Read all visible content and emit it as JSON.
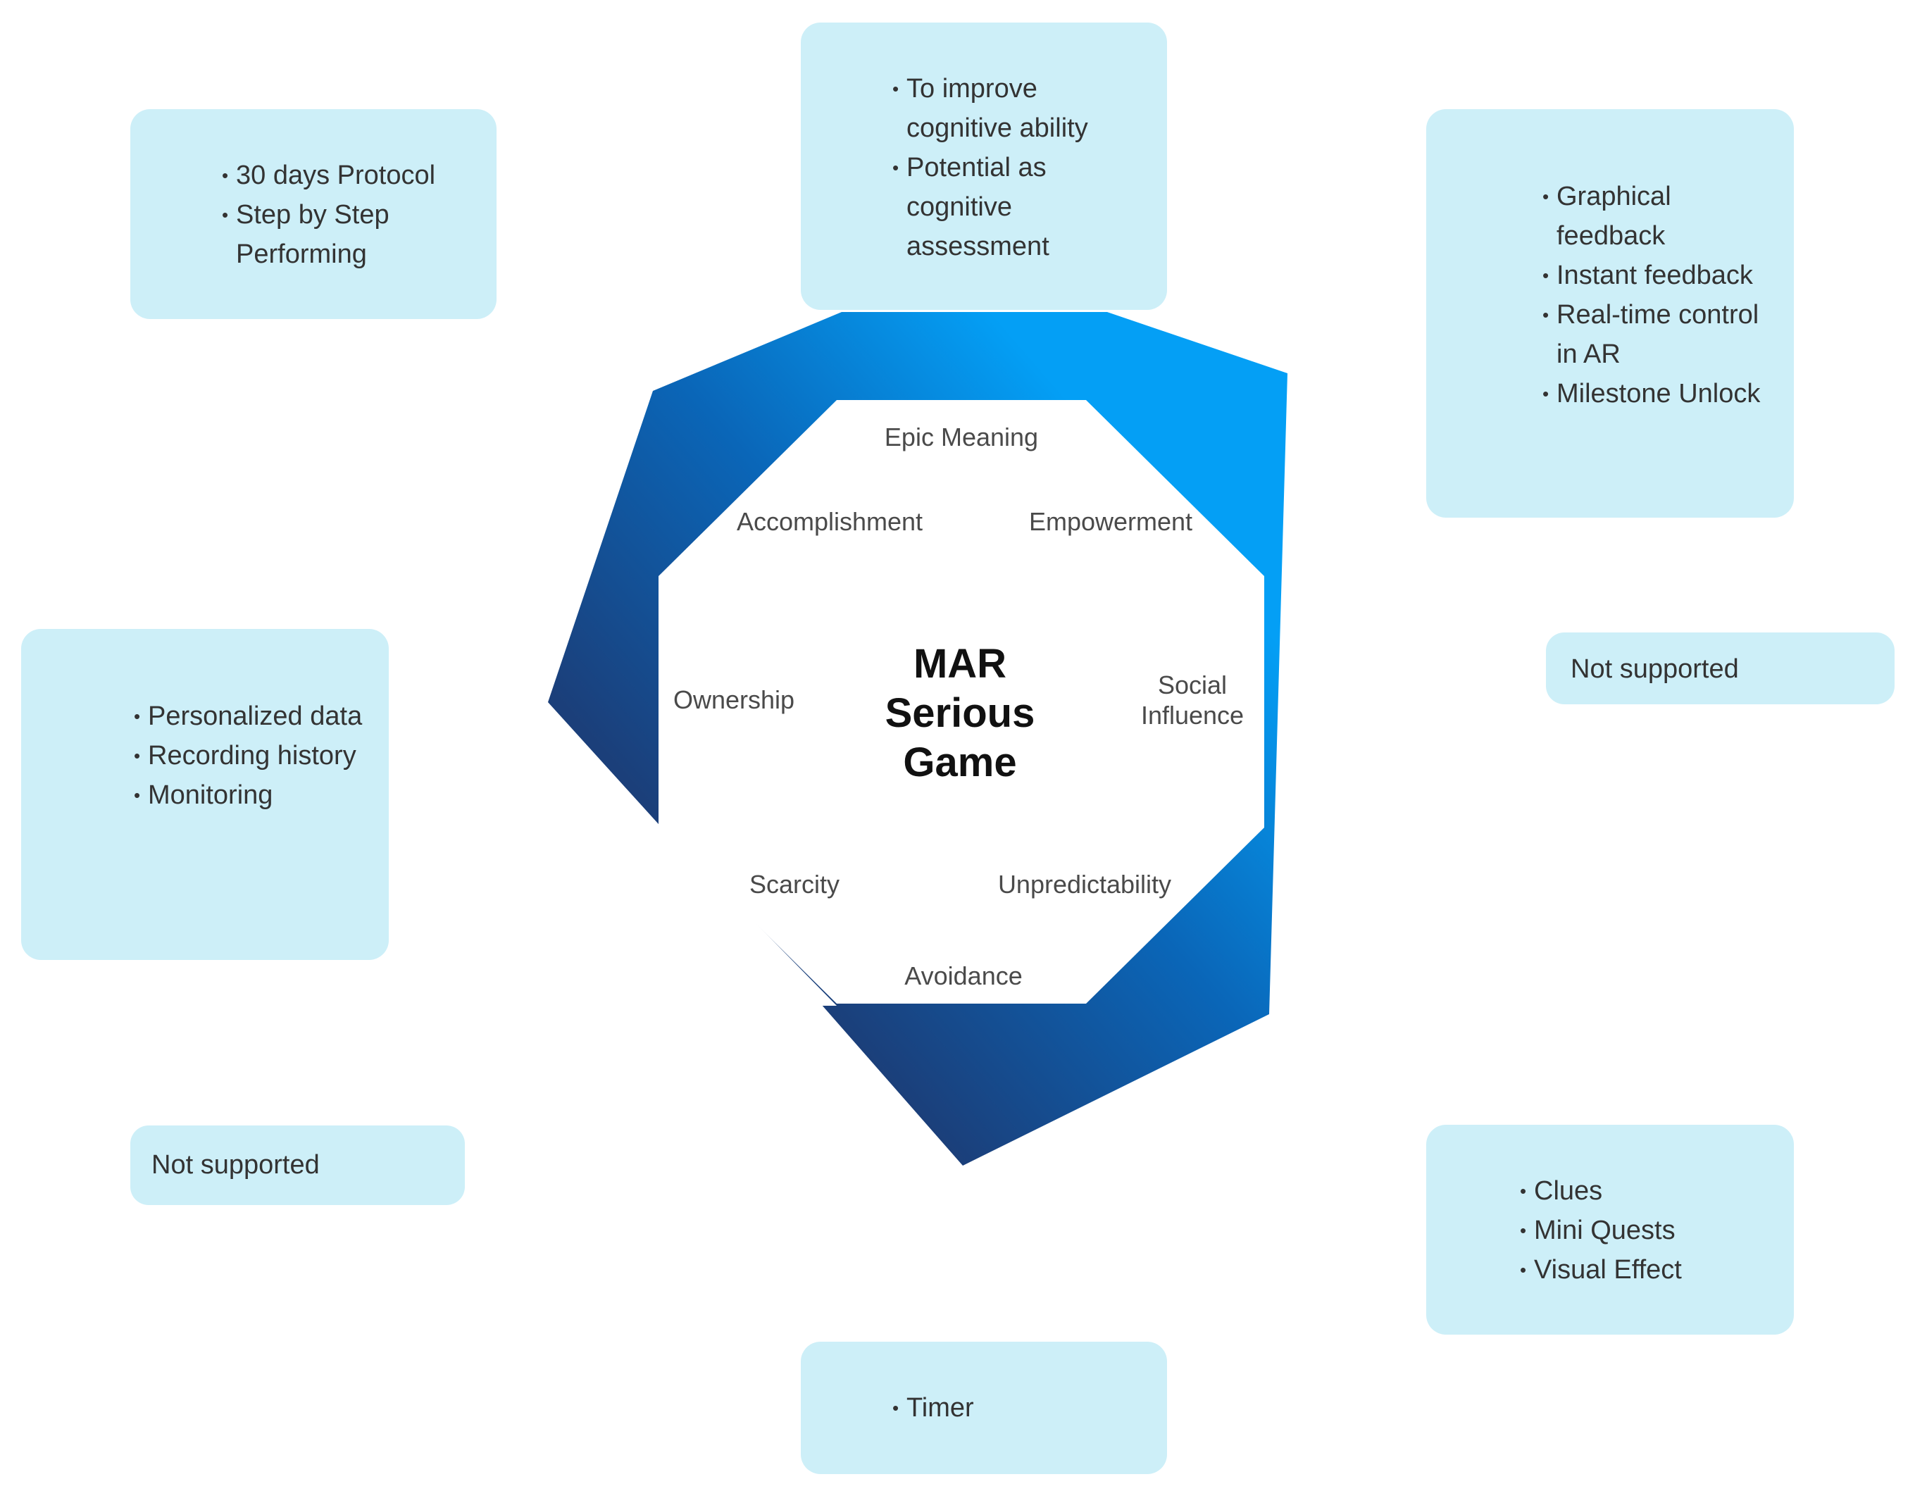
{
  "diagram": {
    "center_lines": [
      "MAR",
      "Serious",
      "Game"
    ],
    "drives": {
      "epic_meaning": "Epic Meaning",
      "accomplishment": "Accomplishment",
      "empowerment": "Empowerment",
      "ownership": "Ownership",
      "social_influence": [
        "Social",
        "Influence"
      ],
      "scarcity": "Scarcity",
      "unpredictability": "Unpredictability",
      "avoidance": "Avoidance"
    },
    "colors": {
      "dark_blue": "#1b3f7a",
      "bright_blue": "#049ff5",
      "box_fill": "#cdeff8"
    }
  },
  "boxes": {
    "top_left": {
      "items": [
        "30 days Protocol",
        "Step by Step Performing"
      ]
    },
    "top_center": {
      "items": [
        "To improve cognitive ability",
        "Potential as cognitive assessment"
      ]
    },
    "top_right": {
      "items": [
        "Graphical feedback",
        "Instant feedback",
        "Real-time control in AR",
        "Milestone Unlock"
      ]
    },
    "mid_right": {
      "text": "Not supported"
    },
    "mid_left": {
      "items": [
        "Personalized data",
        "Recording history",
        "Monitoring"
      ]
    },
    "bottom_left": {
      "text": "Not supported"
    },
    "bottom_right": {
      "items": [
        "Clues",
        "Mini Quests",
        "Visual Effect"
      ]
    },
    "bottom_center": {
      "items": [
        "Timer"
      ]
    }
  }
}
